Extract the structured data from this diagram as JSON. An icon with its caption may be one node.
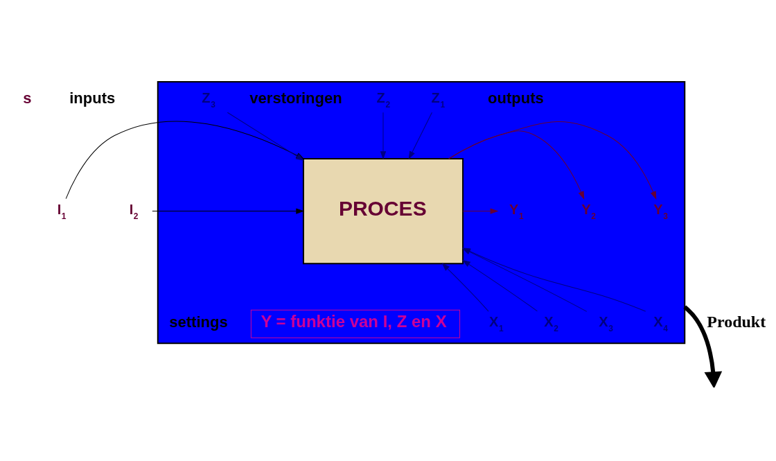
{
  "diagram": {
    "nodes": [
      {
        "text": [],
        "shape": "box"
      },
      {
        "text": [
          "PROCES"
        ],
        "in": 0
      },
      {
        "text": [
          "Z$_{1}$"
        ],
        "in": 0
      },
      {
        "text": [
          "Z$_{2}$"
        ],
        "in": 0
      },
      {
        "text": [
          "Z$_{3}$"
        ],
        "in": 0
      },
      {
        "text": [
          "I$_{1}$"
        ]
      },
      {
        "text": [
          "I$_{2}$"
        ]
      },
      {
        "text": [
          "Y$_{1}$"
        ],
        "in": 0
      },
      {
        "text": [
          "Y$_{2}$"
        ],
        "in": 0
      },
      {
        "text": [
          "Y$_{3}$"
        ],
        "in": 0
      },
      {
        "text": [
          "X$_{1}$"
        ],
        "in": 0
      },
      {
        "text": [
          "X$_{2}$"
        ],
        "in": 0
      },
      {
        "text": [
          "X$_{3}$"
        ],
        "in": 0
      },
      {
        "text": [
          "X$_{4}$"
        ],
        "in": 0
      },
      {
        "text": [
          "Y = funktie van I, Z en X"
        ],
        "in": 0
      }
    ],
    "edges": [
      {
        "from": 2,
        "to": 1,
        "arrow": "to"
      },
      {
        "from": 3,
        "to": 1,
        "arrow": "to"
      },
      {
        "from": 4,
        "to": 1,
        "arrow": "to"
      },
      {
        "from": 5,
        "to": 1,
        "arrow": "to",
        "color": "#000000"
      },
      {
        "from": 6,
        "to": 1,
        "arrow": "to",
        "color": "#000000"
      },
      {
        "from": 1,
        "to": 7,
        "arrow": "to",
        "color": "#660033"
      },
      {
        "from": 1,
        "to": 8,
        "arrow": "to",
        "color": "#660033"
      },
      {
        "from": 1,
        "to": 9,
        "arrow": "to",
        "color": "#660033"
      },
      {
        "from": 10,
        "to": 1,
        "arrow": "to"
      },
      {
        "from": 11,
        "to": 1,
        "arrow": "to"
      },
      {
        "from": 12,
        "to": 1,
        "arrow": "to"
      },
      {
        "from": 13,
        "to": 1,
        "arrow": "to"
      },
      {
        "from": 0,
        "to": null,
        "arrow": "to",
        "label": "Produkt",
        "style": "thick",
        "color": "#000000"
      }
    ],
    "labels": [
      "s",
      "verstoringen",
      "inputs",
      "outputs",
      "settings"
    ]
  }
}
